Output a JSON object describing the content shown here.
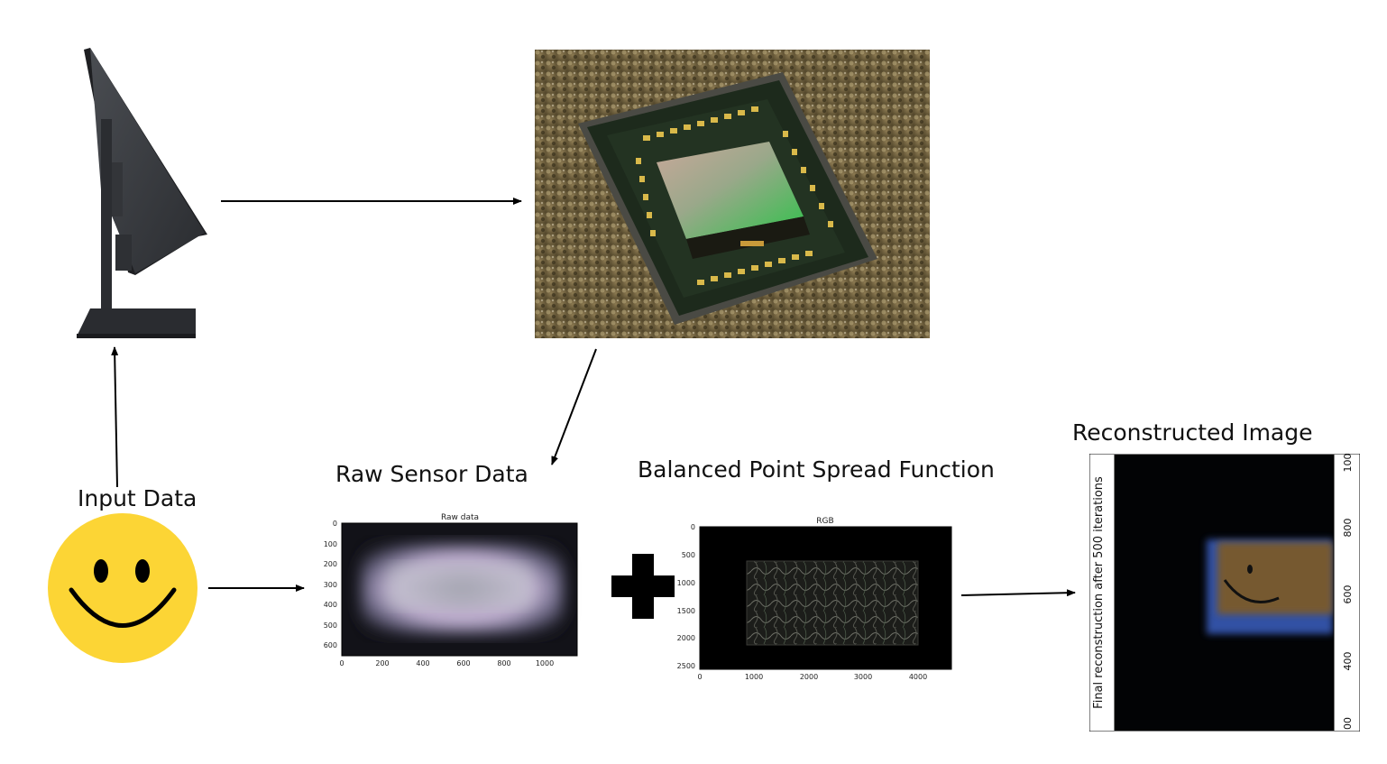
{
  "labels": {
    "input_data": "Input Data",
    "raw_sensor_data": "Raw Sensor Data",
    "balanced_psf": "Balanced Point Spread Function",
    "reconstructed_image": "Reconstructed Image"
  },
  "raw_plot": {
    "title": "Raw data",
    "x_ticks": [
      "0",
      "200",
      "400",
      "600",
      "800",
      "1000"
    ],
    "y_ticks": [
      "0",
      "100",
      "200",
      "300",
      "400",
      "500",
      "600"
    ]
  },
  "psf_plot": {
    "title": "RGB",
    "x_ticks": [
      "0",
      "1000",
      "2000",
      "3000",
      "4000"
    ],
    "y_ticks": [
      "0",
      "500",
      "1000",
      "1500",
      "2000",
      "2500"
    ]
  },
  "recon_plot": {
    "side_title": "Final reconstruction after 500 iterations",
    "right_ticks": [
      "100",
      "800",
      "600",
      "400",
      "00"
    ]
  },
  "colors": {
    "smiley_face": "#fcd535",
    "chip_bg": "#6b5f3c",
    "plot_bg": "#000000",
    "arrow": "#000000"
  },
  "icons": {
    "monitor": "monitor-icon",
    "sensor_chip": "image-sensor-chip-icon",
    "smiley": "smiley-face-icon",
    "plus": "plus-icon"
  }
}
